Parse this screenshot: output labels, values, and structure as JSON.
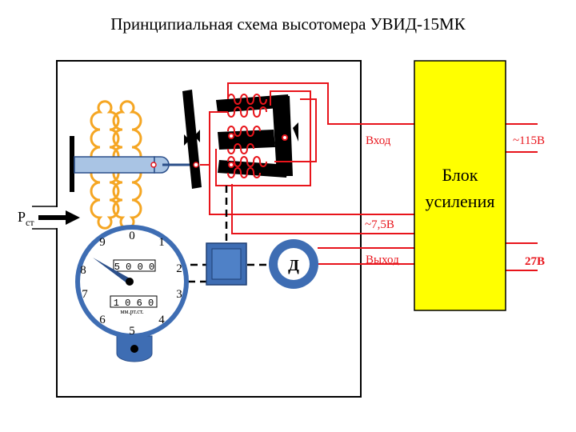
{
  "title": "Принципиальная схема высотомера УВИД-15МК",
  "static_pressure_label": "Р",
  "static_pressure_sub": "ст",
  "amplifier": {
    "line1": "Блок",
    "line2": "усиления"
  },
  "signals": {
    "input": "Вход",
    "supply_7_5": "~7,5В",
    "output": "Выход",
    "supply_115": "~115В",
    "supply_27": "27В"
  },
  "motor_label": "Д",
  "dial": {
    "numbers": [
      "0",
      "1",
      "2",
      "3",
      "4",
      "5",
      "6",
      "7",
      "8",
      "9"
    ],
    "counter_top": "5 0 0 0",
    "counter_bottom": "1 0 6 0",
    "unit": "мм.рт.ст."
  },
  "colors": {
    "wire": "#e8141b",
    "amplifier_fill": "#ffff00",
    "dial_blue": "#3e6db3",
    "aneroid": "#f5a623",
    "rod_blue": "#a9c4e4"
  }
}
